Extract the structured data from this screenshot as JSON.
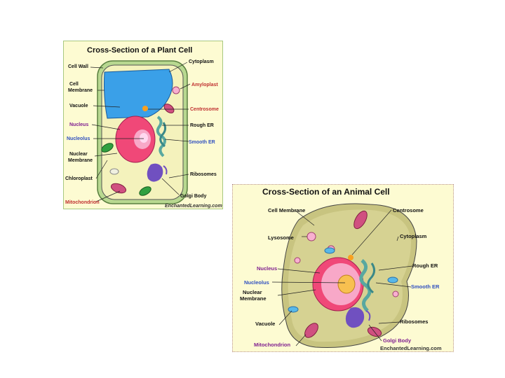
{
  "plant": {
    "title": "Cross-Section of a Plant Cell",
    "credit": "EnchantedLearning.com",
    "labels": {
      "cell_wall": "Cell Wall",
      "cell_membrane_1": "Cell",
      "cell_membrane_2": "Membrane",
      "vacuole": "Vacuole",
      "nucleus": "Nucleus",
      "nucleolus": "Nucleolus",
      "nuclear_membrane_1": "Nuclear",
      "nuclear_membrane_2": "Membrane",
      "chloroplast": "Chloroplast",
      "mitochondrion": "Mitochondrion",
      "cytoplasm": "Cytoplasm",
      "amyloplast": "Amyloplast",
      "centrosome": "Centrosome",
      "rough_er": "Rough ER",
      "smooth_er": "Smooth ER",
      "ribosomes": "Ribosomes",
      "golgi_body": "Golgi Body"
    }
  },
  "animal": {
    "title": "Cross-Section of an Animal Cell",
    "credit": "EnchantedLearning.com",
    "labels": {
      "cell_membrane": "Cell Membrane",
      "lysosome": "Lysosome",
      "nucleus": "Nucleus",
      "nucleolus": "Nucleolus",
      "nuclear_membrane_1": "Nuclear",
      "nuclear_membrane_2": "Membrane",
      "vacuole": "Vacuole",
      "mitochondrion": "Mitochondrion",
      "centrosome": "Centrosome",
      "cytoplasm": "Cytoplasm",
      "rough_er": "Rough ER",
      "smooth_er": "Smooth ER",
      "ribosomes": "Ribosomes",
      "golgi_body": "Golgi Body"
    }
  },
  "colors": {
    "panel_bg": "#fdfbd2",
    "cytoplasm": "#f4f2bc",
    "cell_wall": "#b8d890",
    "vacuole": "#3aa0e8",
    "nucleus": "#f04878",
    "nucleus_inner": "#f8a8c8",
    "nucleolus_plant": "#ffd8f0",
    "nucleolus_animal": "#f8c050",
    "chloroplast": "#30a040",
    "mitochondrion": "#d05080",
    "golgi": "#7050c0",
    "er": "#58a8a0",
    "centrosome": "#f8a020",
    "label_black": "#111111",
    "label_red": "#c03030",
    "label_blue": "#3050c0",
    "label_purple": "#802090"
  }
}
